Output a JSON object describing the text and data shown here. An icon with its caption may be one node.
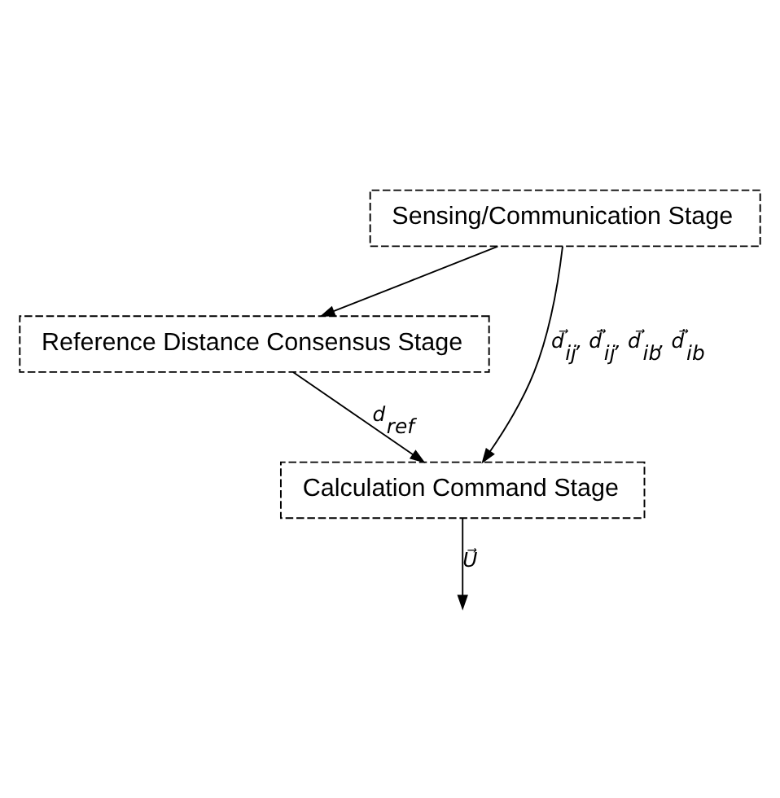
{
  "diagram": {
    "nodes": [
      {
        "text": [
          "Sensing/Communication Stage"
        ]
      },
      {
        "text": [
          "Reference Distance Consensus Stage"
        ]
      },
      {
        "text": [
          "Calculation Command Stage"
        ]
      }
    ],
    "edges": [
      {
        "from": 0,
        "to": 1,
        "arrow": "to"
      },
      {
        "from": 0,
        "to": 2,
        "arrow": "to",
        "label": "d⃗$_{ij}$, d⃗̇$_{ij}$, d⃗$_{ib}$, d⃗̇$_{ib}$"
      },
      {
        "from": 1,
        "to": 2,
        "arrow": "to",
        "label": "d$_{ref}$"
      },
      {
        "from": 2,
        "to": null,
        "arrow": "to",
        "label": "U⃗"
      }
    ]
  }
}
